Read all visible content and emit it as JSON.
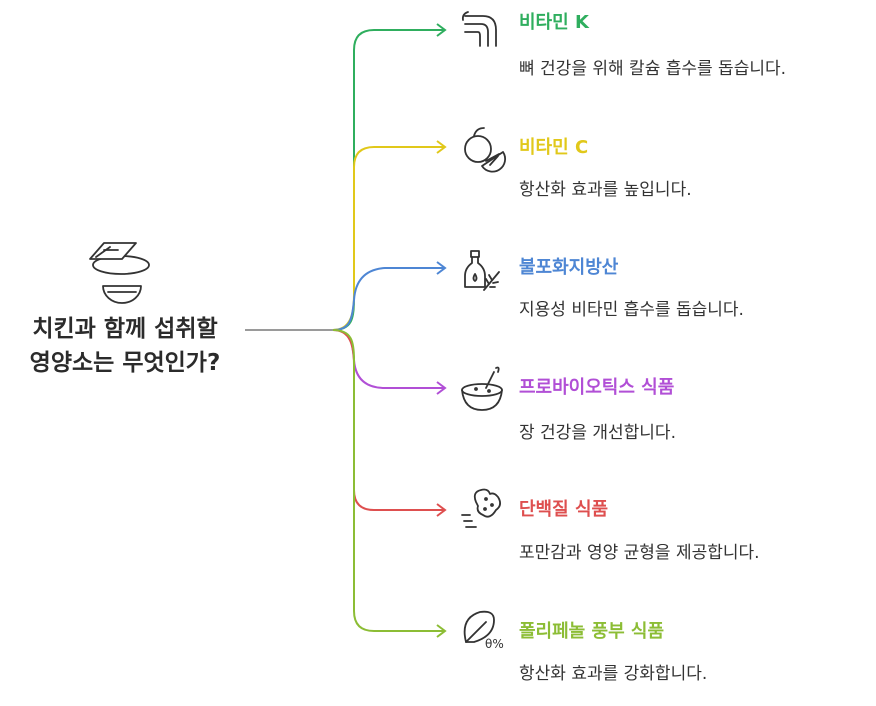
{
  "root": {
    "title_line1": "치킨과 함께 섭취할",
    "title_line2": "영양소는 무엇인가?",
    "icon": "food-bowl-plate-icon"
  },
  "branches": [
    {
      "title": "비타민 K",
      "desc": "뼈 건강을 위해 칼슘 흡수를 돕습니다.",
      "color": "#2fae5e",
      "icon": "bone-icon"
    },
    {
      "title": "비타민 C",
      "desc": "항산화 효과를 높입니다.",
      "color": "#e1c81a",
      "icon": "orange-slice-icon"
    },
    {
      "title": "불포화지방산",
      "desc": "지용성 비타민 흡수를 돕습니다.",
      "color": "#4e86d4",
      "icon": "oil-bottle-icon"
    },
    {
      "title": "프로바이오틱스 식품",
      "desc": "장 건강을 개선합니다.",
      "color": "#b14fd6",
      "icon": "yogurt-bowl-icon"
    },
    {
      "title": "단백질 식품",
      "desc": "포만감과 영양 균형을 제공합니다.",
      "color": "#de4f4f",
      "icon": "peanut-icon"
    },
    {
      "title": "폴리페놀 풍부 식품",
      "desc": "항산화 효과를 강화합니다.",
      "color": "#8cbd35",
      "icon": "polyphenol-leaf-icon"
    }
  ]
}
